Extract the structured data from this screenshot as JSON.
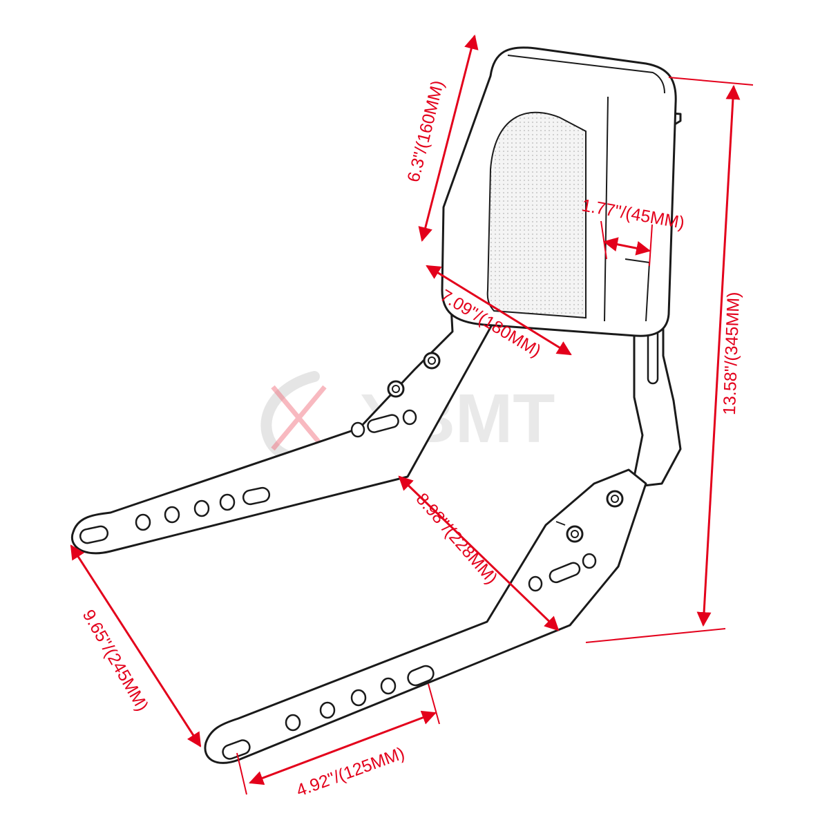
{
  "watermark": {
    "text": "XBMT"
  },
  "dimensions": {
    "pad_height": "6.3\"/(160MM)",
    "pad_thickness": "1.77\"/(45MM)",
    "pad_width": "7.09\"/(180MM)",
    "total_height": "13.58\"/(345MM)",
    "upper_arm_length": "8.98\"/(228MM)",
    "lower_arm_length": "9.65\"/(245MM)",
    "hole_spacing": "4.92\"/(125MM)"
  },
  "colors": {
    "dimension": "#e3001b",
    "outline": "#1a1a1a",
    "watermark_red": "#e3001b"
  }
}
